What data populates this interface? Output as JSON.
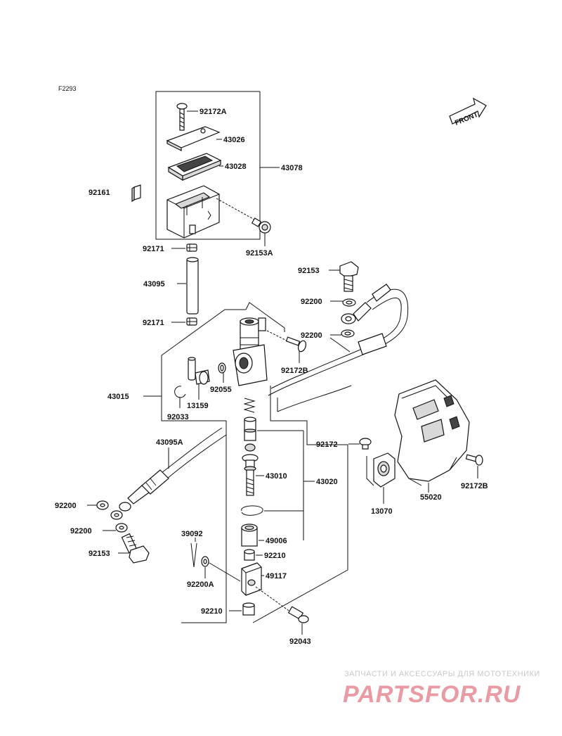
{
  "diagram_code": "F2293",
  "front_label": "FRONT",
  "parts": {
    "p92172A": "92172A",
    "p43026": "43026",
    "p43028": "43028",
    "p43078": "43078",
    "p92161": "92161",
    "p92153A": "92153A",
    "p92171_top": "92171",
    "p43095": "43095",
    "p92171_bot": "92171",
    "p92153_top": "92153",
    "p92200_a": "92200",
    "p92200_b": "92200",
    "p92172B_a": "92172B",
    "p92055": "92055",
    "p43015": "43015",
    "p13159": "13159",
    "p92033": "92033",
    "p43095A": "43095A",
    "p92172": "92172",
    "p43010": "43010",
    "p43020": "43020",
    "p13070": "13070",
    "p55020": "55020",
    "p92172B_b": "92172B",
    "p92200_c": "92200",
    "p92200_d": "92200",
    "p92153_bot": "92153",
    "p39092": "39092",
    "p49006": "49006",
    "p92210_a": "92210",
    "p49117": "49117",
    "p92200A": "92200A",
    "p92210_b": "92210",
    "p92043": "92043"
  },
  "watermark": {
    "top": "ЗАПЧАСТИ И АКСЕССУАРЫ ДЛЯ МОТОТЕХНИКИ",
    "brand": "PARTSFOR.RU"
  }
}
